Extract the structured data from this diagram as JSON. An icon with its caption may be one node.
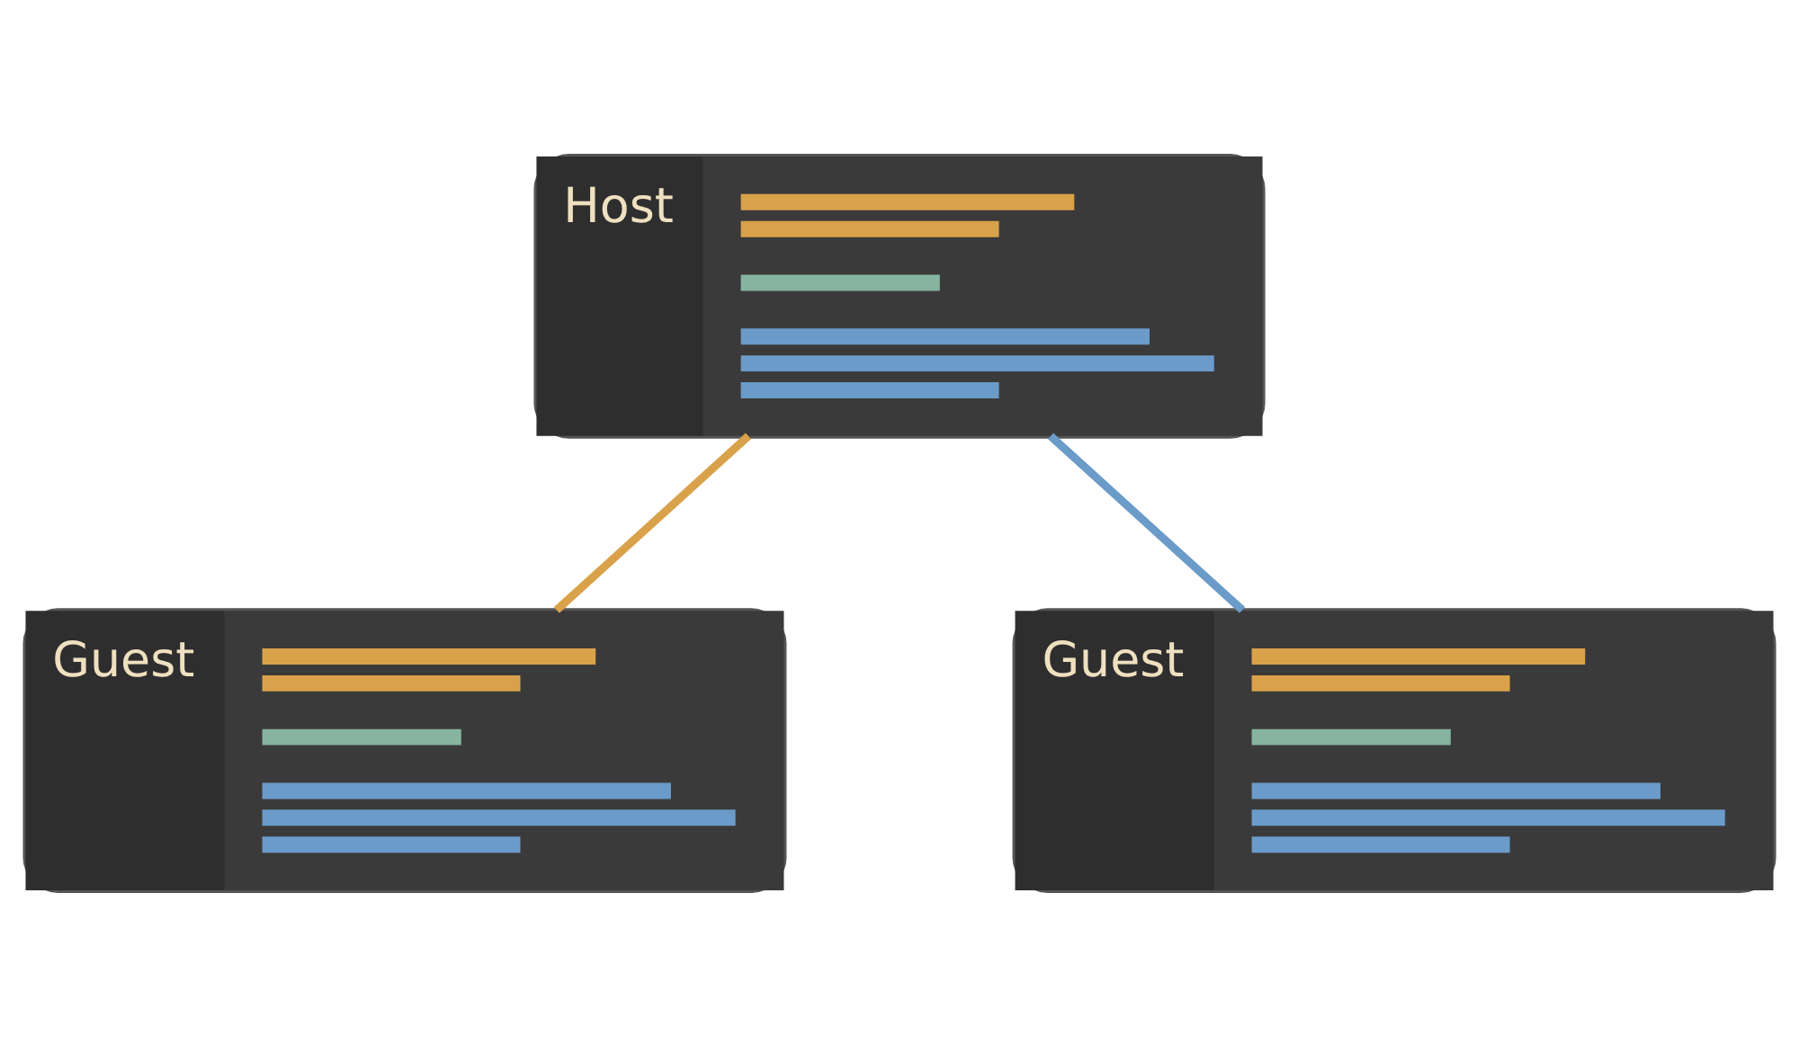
{
  "diagram": {
    "nodes": [
      {
        "text": [
          "Host"
        ]
      },
      {
        "text": [
          "Guest"
        ]
      },
      {
        "text": [
          "Guest"
        ]
      }
    ],
    "edges": [
      {
        "from": 0,
        "to": 1,
        "arrow": "none",
        "color": "#d9a24a"
      },
      {
        "from": 0,
        "to": 2,
        "arrow": "none",
        "color": "#6b9bc8"
      }
    ]
  }
}
